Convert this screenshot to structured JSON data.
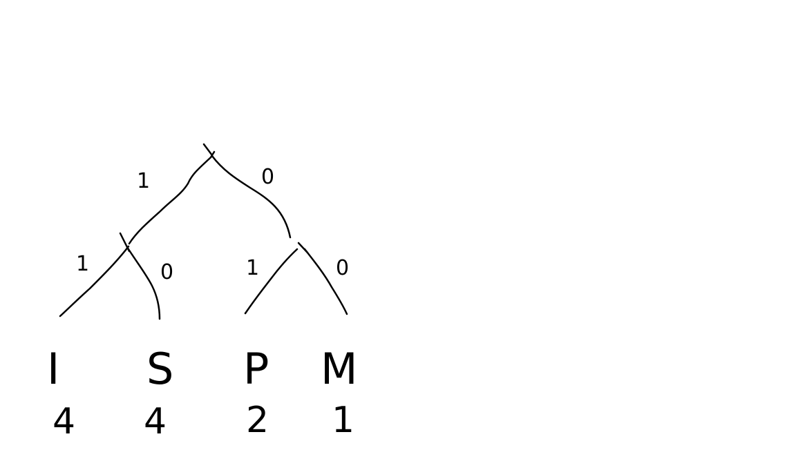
{
  "tree": {
    "edge_labels": {
      "root_left": "1",
      "root_right": "0",
      "left_left": "1",
      "left_right": "0",
      "right_left": "1",
      "right_right": "0"
    },
    "leaves": [
      {
        "symbol": "I",
        "count": "4"
      },
      {
        "symbol": "S",
        "count": "4"
      },
      {
        "symbol": "P",
        "count": "2"
      },
      {
        "symbol": "M",
        "count": "1"
      }
    ]
  },
  "colors": {
    "ink": "#000000",
    "background": "#ffffff"
  }
}
